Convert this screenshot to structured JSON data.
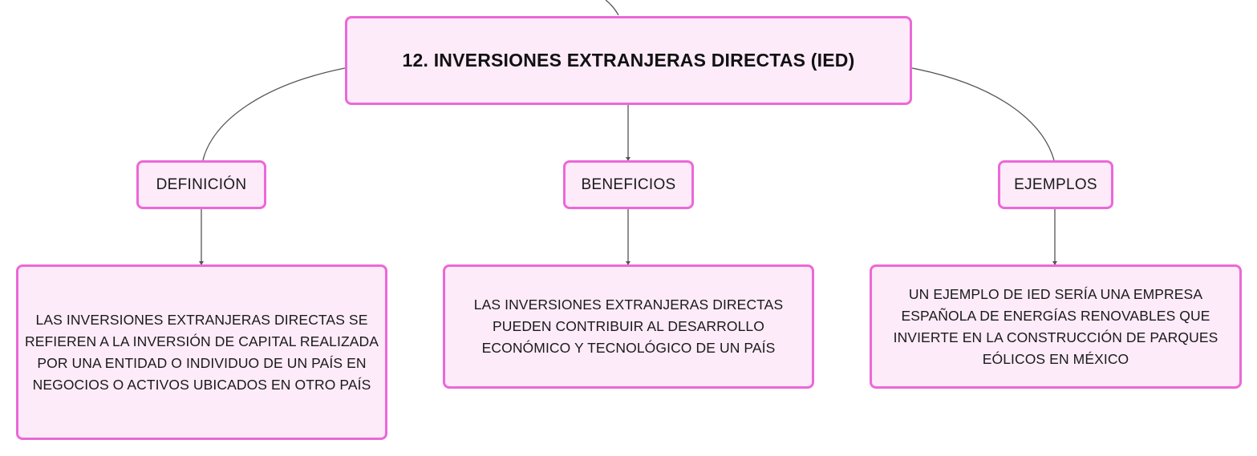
{
  "main_topic": {
    "title": "12. INVERSIONES EXTRANJERAS DIRECTAS (IED)"
  },
  "branches": [
    {
      "label": "DEFINICIÓN",
      "detail": "LAS INVERSIONES EXTRANJERAS DIRECTAS SE REFIEREN A LA INVERSIÓN DE CAPITAL REALIZADA POR UNA ENTIDAD O INDIVIDUO DE UN PAÍS EN NEGOCIOS O ACTIVOS UBICADOS EN OTRO PAÍS"
    },
    {
      "label": "BENEFICIOS",
      "detail": "LAS INVERSIONES EXTRANJERAS DIRECTAS PUEDEN CONTRIBUIR AL DESARROLLO ECONÓMICO Y TECNOLÓGICO DE UN PAÍS"
    },
    {
      "label": "EJEMPLOS",
      "detail": "UN EJEMPLO DE IED SERÍA UNA EMPRESA ESPAÑOLA DE ENERGÍAS RENOVABLES QUE INVIERTE EN LA CONSTRUCCIÓN DE PARQUES EÓLICOS EN MÉXICO"
    }
  ],
  "colors": {
    "node_fill": "#fdebf9",
    "node_border": "#ec68d8",
    "connector": "#555555"
  }
}
